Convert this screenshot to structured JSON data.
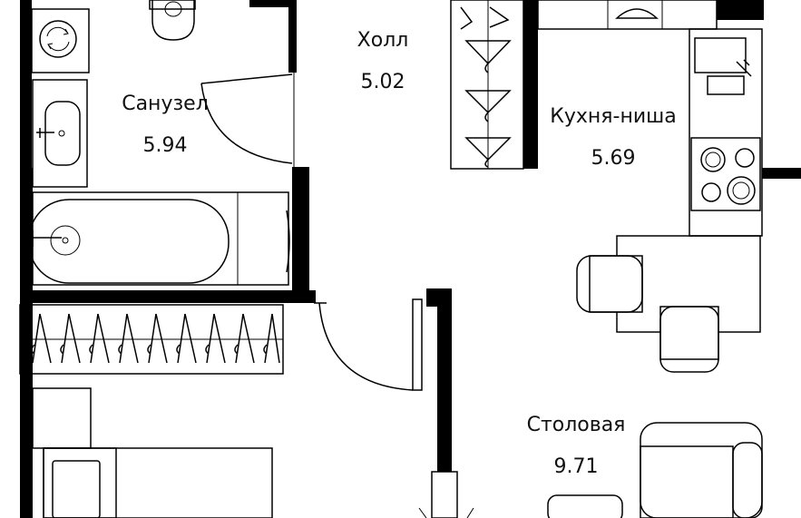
{
  "rooms": [
    {
      "id": "bathroom",
      "name": "Санузел",
      "area": "5.94"
    },
    {
      "id": "hall",
      "name": "Холл",
      "area": "5.02"
    },
    {
      "id": "kitchen",
      "name": "Кухня-ниша",
      "area": "5.69"
    },
    {
      "id": "dining",
      "name": "Столовая",
      "area": "9.71"
    }
  ],
  "colors": {
    "wall": "#000000",
    "background": "#ffffff",
    "text": "#111111"
  }
}
